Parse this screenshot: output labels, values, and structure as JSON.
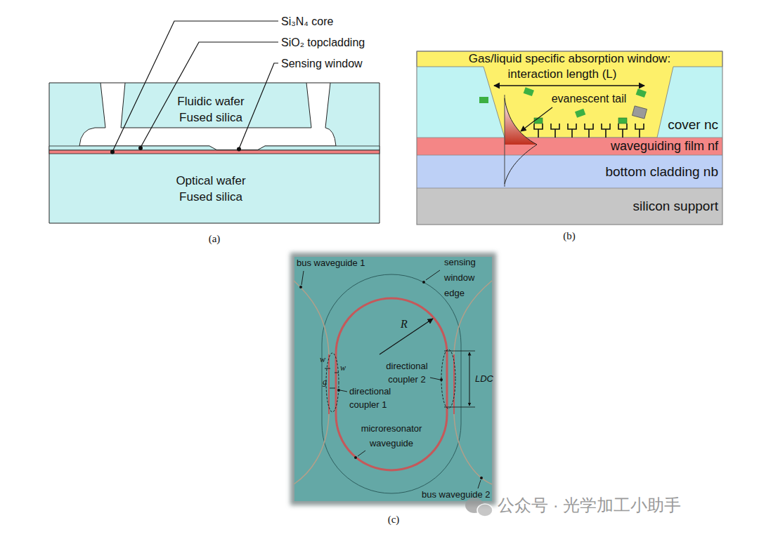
{
  "diagram": {
    "nodes": [
      {
        "text": [
          "Fluidic wafer Fused silica"
        ]
      },
      {
        "text": [
          "Optical wafer Fused silica"
        ]
      },
      {
        "text": [
          "Gas/liquid specific absorption window:"
        ]
      },
      {
        "text": [
          "cover nc"
        ]
      },
      {
        "text": [
          "waveguiding film nf"
        ]
      },
      {
        "text": [
          "bottom cladding nb"
        ]
      },
      {
        "text": [
          "silicon support"
        ]
      }
    ],
    "labels": [
      "Si₃N₄ core",
      "SiO₂ topcladding",
      "Sensing window",
      "(a)",
      "interaction length (L)",
      "evanescent tail",
      "(b)",
      "bus waveguide 1",
      "sensing window edge",
      "R",
      "w",
      "w",
      "g",
      "directional coupler 2",
      "LDC",
      "directional coupler 1",
      "microresonator waveguide",
      "bus waveguide 2",
      "(c)",
      "公众号 · 光学加工小助手"
    ]
  }
}
